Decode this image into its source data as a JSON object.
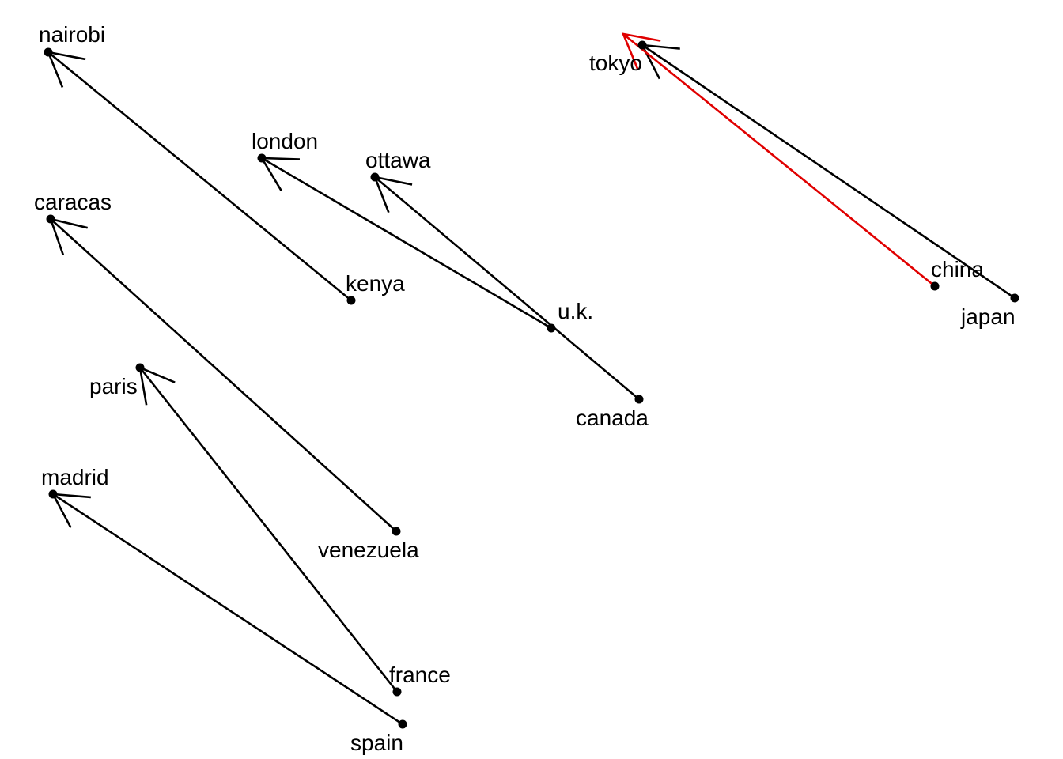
{
  "chart_data": {
    "type": "word-vector-analogy",
    "colors": {
      "default": "#000000",
      "highlight": "#e00000"
    },
    "nodes": [
      {
        "id": "nairobi",
        "label": "nairobi"
      },
      {
        "id": "kenya",
        "label": "kenya"
      },
      {
        "id": "london",
        "label": "london"
      },
      {
        "id": "uk",
        "label": "u.k."
      },
      {
        "id": "ottawa",
        "label": "ottawa"
      },
      {
        "id": "canada",
        "label": "canada"
      },
      {
        "id": "caracas",
        "label": "caracas"
      },
      {
        "id": "venezuela",
        "label": "venezuela"
      },
      {
        "id": "paris",
        "label": "paris"
      },
      {
        "id": "france",
        "label": "france"
      },
      {
        "id": "madrid",
        "label": "madrid"
      },
      {
        "id": "spain",
        "label": "spain"
      },
      {
        "id": "tokyo",
        "label": "tokyo"
      },
      {
        "id": "japan",
        "label": "japan"
      },
      {
        "id": "china",
        "label": "china"
      }
    ],
    "edges": [
      {
        "from": "kenya",
        "to": "nairobi",
        "highlight": false
      },
      {
        "from": "uk",
        "to": "london",
        "highlight": false
      },
      {
        "from": "canada",
        "to": "ottawa",
        "highlight": false
      },
      {
        "from": "venezuela",
        "to": "caracas",
        "highlight": false
      },
      {
        "from": "france",
        "to": "paris",
        "highlight": false
      },
      {
        "from": "spain",
        "to": "madrid",
        "highlight": false
      },
      {
        "from": "japan",
        "to": "tokyo",
        "highlight": false
      },
      {
        "from": "china",
        "to": null,
        "highlight": true
      }
    ]
  }
}
